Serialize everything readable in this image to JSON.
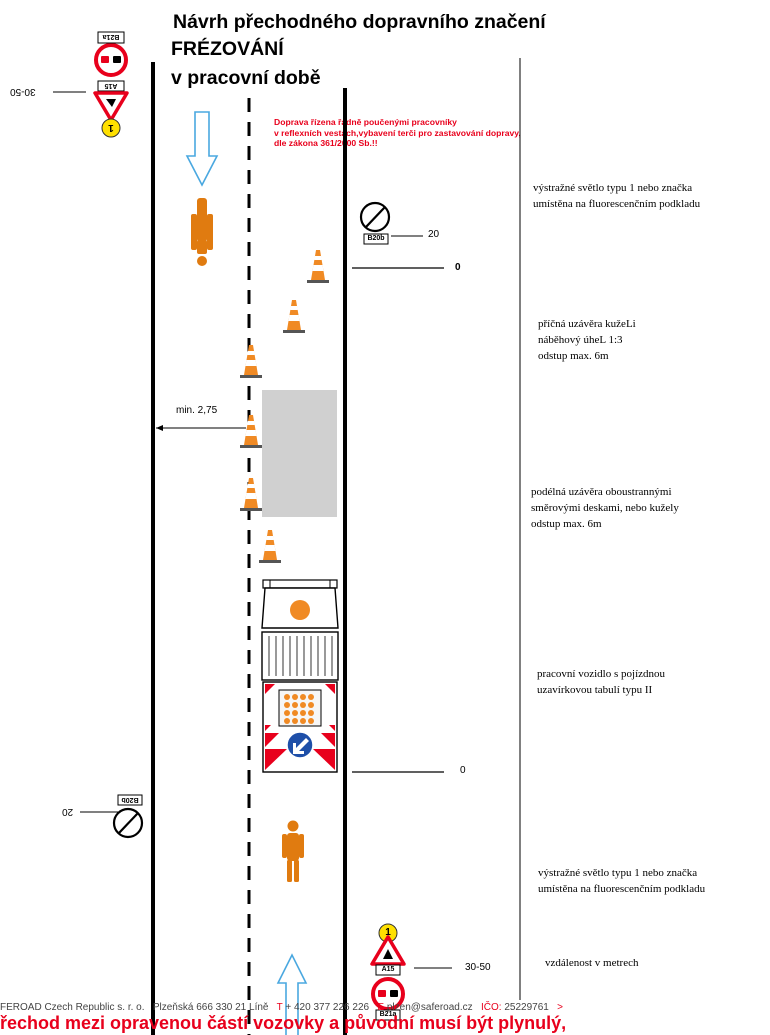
{
  "title": {
    "line1": "Návrh přechodného dopravního značení",
    "line2": "FRÉZOVÁNÍ",
    "line3": "v pracovní době"
  },
  "notice": {
    "line1": "Doprava řízena řádně poučenými pracovníky",
    "line2": "v reflexních vestách,vybavení terči pro zastavování dopravy,",
    "line3": "dle zákona 361/2000 Sb.!!"
  },
  "legend": {
    "warning_light_top": [
      "výstražné světlo typu 1 nebo značka",
      "umístěna na fluorescenčním podkladu"
    ],
    "cross_closure": [
      "příčná uzávěra kužeLi",
      "náběhový úheL 1:3",
      "odstup max. 6m"
    ],
    "longitudinal_closure": [
      "podélná uzávěra oboustrannými",
      "směrovými deskami, nebo kužely",
      "odstup max. 6m"
    ],
    "work_vehicle": [
      "pracovní vozidlo s pojízdnou",
      "uzavírkovou tabulí typu II"
    ],
    "warning_light_bottom": [
      "výstražné světlo typu 1 nebo značka",
      "umístěna na fluorescenčním podkladu"
    ],
    "distance_note": "vzdálenost v metrech"
  },
  "dimensions": {
    "top_left_distance": "30-50",
    "sign_b20a_top_distance": "20",
    "zero_top": "0",
    "lane_width": "min. 2,75",
    "zero_bottom": "0",
    "sign_b20a_bottom_distance": "20",
    "bottom_right_distance": "30-50"
  },
  "signs": {
    "b21a": "B21a",
    "a15": "A15",
    "b20b": "B20b",
    "light_number": "1"
  },
  "footer": {
    "company": "FEROAD Czech Republic s. r. o.",
    "address": "Plzeňská 666   330 21 Líně",
    "phone_prefix": "T",
    "phone": "+ 420 377 226 226",
    "email_prefix": "E",
    "email": "plzen@saferoad.cz",
    "ico_prefix": "IČO:",
    "ico": "25229761",
    "arrow": ">"
  },
  "bottom_warning": "řechod mezi opravenou částí vozovky a původní musí být plynulý,",
  "colors": {
    "red": "#e8001c",
    "orange": "#f08a24",
    "worker": "#e07b10",
    "grey_area": "#d0d0d0",
    "arrow_blue": "#4aa8e0",
    "yellow": "#ffe000",
    "blue_sign": "#1e4fa8"
  }
}
